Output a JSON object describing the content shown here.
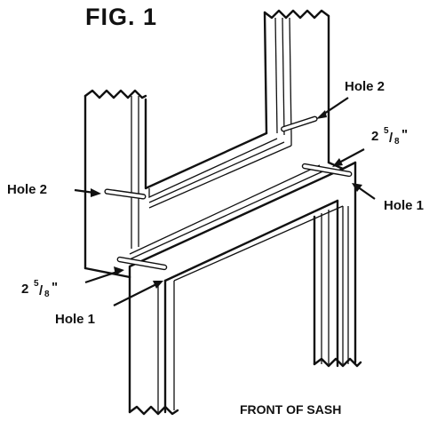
{
  "figure": {
    "title": "FIG. 1",
    "caption": "FRONT OF SASH"
  },
  "labels": {
    "hole2_upper": "Hole 2",
    "hole2_left": "Hole 2",
    "hole1_right": "Hole 1",
    "hole1_lower": "Hole 1",
    "dim_right_whole": "2",
    "dim_right_num": "5",
    "dim_right_den": "8",
    "dim_right_unit": "\"",
    "dim_left_whole": "2",
    "dim_left_num": "5",
    "dim_left_den": "8",
    "dim_left_unit": "\""
  },
  "colors": {
    "ink": "#111111",
    "paper": "#ffffff"
  }
}
